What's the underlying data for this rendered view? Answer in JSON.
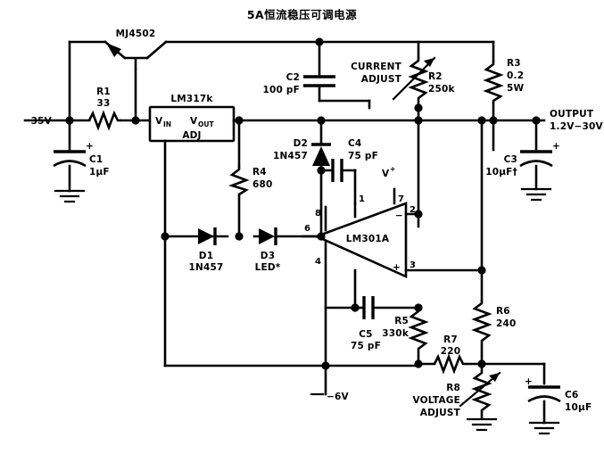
{
  "title": "5A恒流稳压可调电源",
  "diagram": {
    "kind": "schematic",
    "nodes": {
      "input_label": "35V",
      "output_label_line1": "OUTPUT",
      "output_label_line2": "1.2V−30V",
      "negative_supply": "−6V",
      "opamp_vplus": "V",
      "opamp_vplus_sup": "+"
    },
    "ic": {
      "regulator": {
        "name": "LM317k",
        "pin_in": "V",
        "pin_in_sub": "IN",
        "pin_out": "V",
        "pin_out_sub": "OUT",
        "pin_adj": "ADJ"
      },
      "opamp": {
        "name": "LM301A",
        "pins": [
          "1",
          "2",
          "3",
          "4",
          "6",
          "7",
          "8"
        ],
        "minus": "−",
        "plus": "+"
      }
    },
    "transistor": {
      "ref": "MJ4502",
      "type": "pnp"
    },
    "controls": [
      {
        "ref": "R2",
        "line1": "CURRENT",
        "line2": "ADJUST",
        "value": "250k"
      },
      {
        "ref": "R8",
        "line1": "VOLTAGE",
        "line2": "ADJUST",
        "value": ""
      }
    ],
    "components": [
      {
        "ref": "R1",
        "value": "33",
        "value2": ""
      },
      {
        "ref": "R2",
        "value": "250k",
        "value2": ""
      },
      {
        "ref": "R3",
        "value": "0.2",
        "value2": "5W"
      },
      {
        "ref": "R4",
        "value": "680",
        "value2": ""
      },
      {
        "ref": "R5",
        "value": "330k",
        "value2": ""
      },
      {
        "ref": "R6",
        "value": "240",
        "value2": ""
      },
      {
        "ref": "R7",
        "value": "220",
        "value2": ""
      },
      {
        "ref": "R8",
        "value": "",
        "value2": ""
      },
      {
        "ref": "C1",
        "value": "1µF",
        "value2": ""
      },
      {
        "ref": "C2",
        "value": "100 pF",
        "value2": ""
      },
      {
        "ref": "C3",
        "value": "10µF†",
        "value2": ""
      },
      {
        "ref": "C4",
        "value": "75 pF",
        "value2": ""
      },
      {
        "ref": "C5",
        "value": "75 pF",
        "value2": ""
      },
      {
        "ref": "C6",
        "value": "10µF",
        "value2": ""
      },
      {
        "ref": "D1",
        "value": "1N457",
        "value2": ""
      },
      {
        "ref": "D2",
        "value": "1N457",
        "value2": ""
      },
      {
        "ref": "D3",
        "value": "LED*",
        "value2": ""
      }
    ],
    "polarity_marks": [
      "+",
      "+",
      "+"
    ]
  }
}
